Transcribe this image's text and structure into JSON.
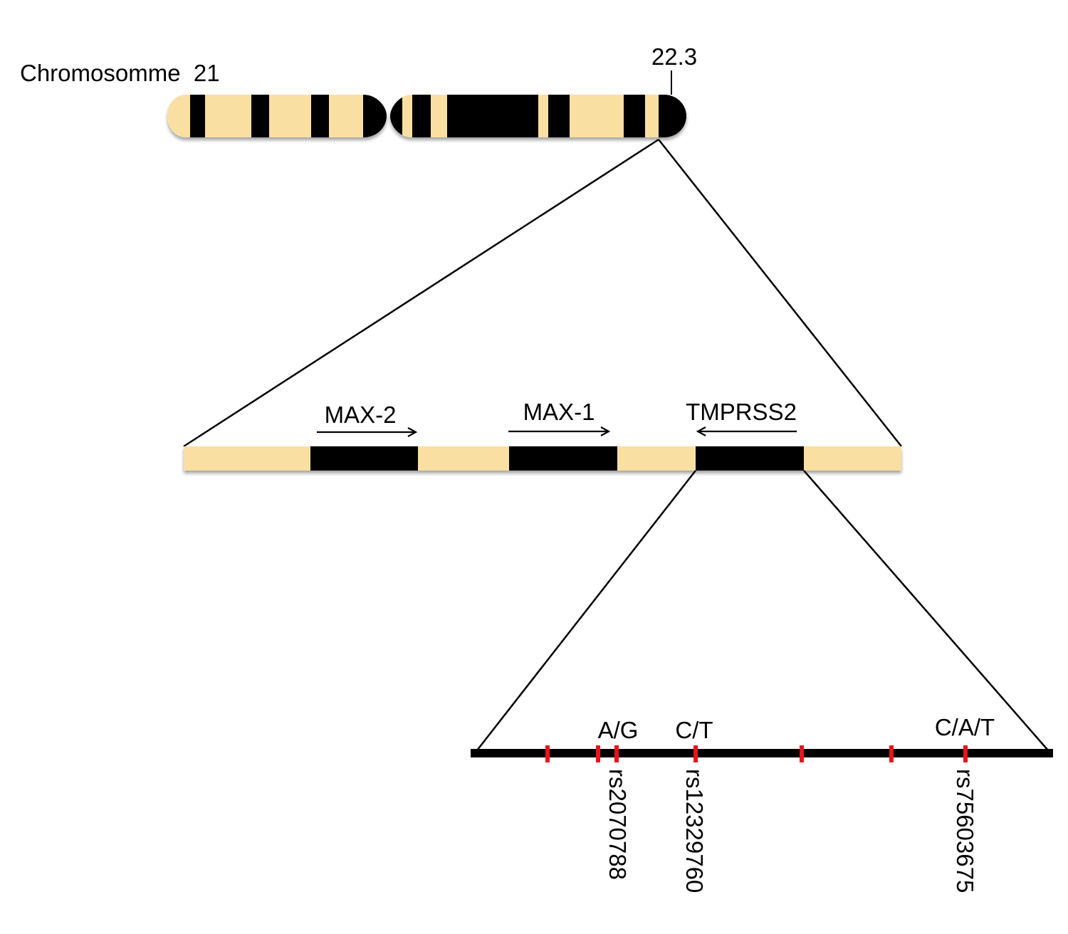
{
  "colors": {
    "band_light": "#FADFA2",
    "band_dark": "#000000",
    "snp_marker": "#E8141B",
    "line": "#000000"
  },
  "chromosome": {
    "label": "Chromosomme  21",
    "band_label": "22.3"
  },
  "genes": [
    {
      "name": "MAX-2",
      "direction": "forward"
    },
    {
      "name": "MAX-1",
      "direction": "forward"
    },
    {
      "name": "TMPRSS2",
      "direction": "reverse"
    }
  ],
  "snps": [
    {
      "id": "rs2070788",
      "alleles": "A/G"
    },
    {
      "id": "rs12329760",
      "alleles": "C/T"
    },
    {
      "id": "rs75603675",
      "alleles": "C/A/T"
    }
  ]
}
